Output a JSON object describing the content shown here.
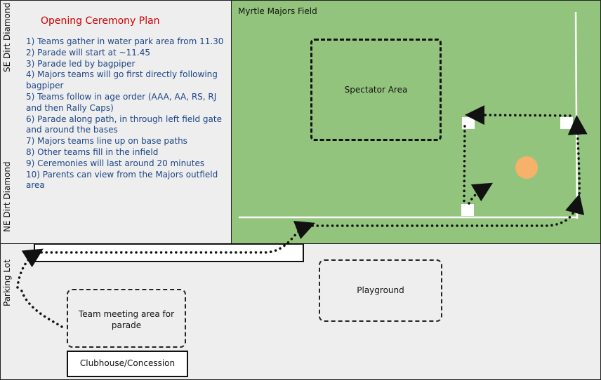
{
  "plan": {
    "title": "Opening Ceremony Plan",
    "steps": [
      "1) Teams gather in water park area from 11.30",
      "2) Parade will start at ~11.45",
      "3) Parade led by bagpiper",
      "4) Majors teams will go first directly following bagpiper",
      "5) Teams follow in age order (AAA, AA, RS, RJ and then Rally Caps)",
      "6) Parade along path, in through left field gate and around the bases",
      "7) Majors teams line up on base paths",
      "8) Other teams fill in the infield",
      "9) Ceremonies will last around 20 minutes",
      "10) Parents can view from the Majors outfield area"
    ]
  },
  "labels": {
    "se_dirt_diamond": "SE Dirt Diamond",
    "ne_dirt_diamond": "NE Dirt Diamond",
    "parking_lot": "Parking Lot",
    "field_name": "Myrtle Majors Field",
    "spectator_area": "Spectator Area",
    "playground": "Playground",
    "team_meeting_area": "Team meeting area for parade",
    "clubhouse": "Clubhouse/Concession"
  },
  "colors": {
    "field_green": "#93c47d",
    "panel_gray": "#eeeeee",
    "title_red": "#cc0000",
    "list_blue": "#1c4587",
    "pitcher_mound": "#f6b26b"
  }
}
